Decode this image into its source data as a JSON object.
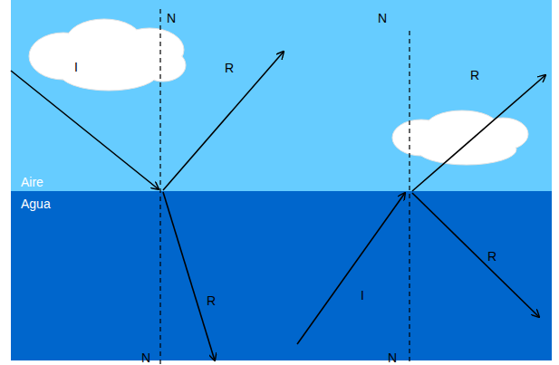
{
  "diagram": {
    "labels": [
      "N",
      "N",
      "I",
      "R",
      "R",
      "Aire",
      "Agua",
      "R",
      "R",
      "I",
      "N",
      "N"
    ]
  }
}
